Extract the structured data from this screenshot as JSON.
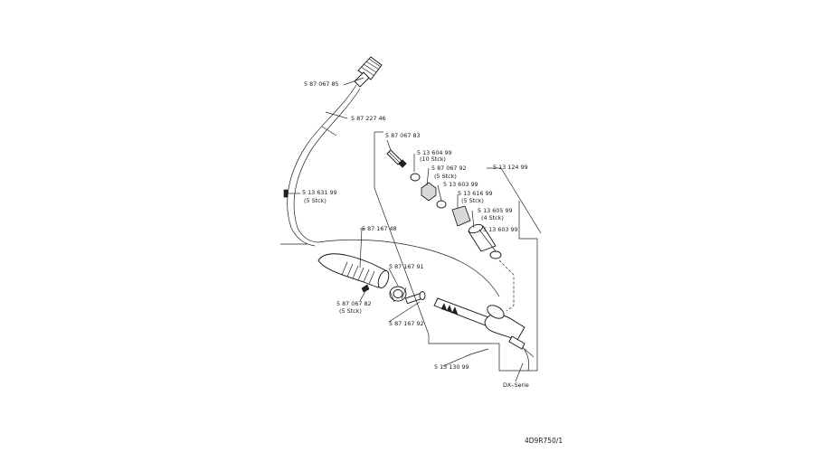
{
  "labels": {
    "cable_plug": "5 87 067 85",
    "cable": "5 87 227 46",
    "cable_tie": "5 13 631 99",
    "cable_tie_qty": "(5  Stck)",
    "handle": "5 87 167 48",
    "screw_small": "5 87 067 82",
    "screw_small_qty": "(5  Stck)",
    "nut": "5 87 167 91",
    "stud": "5 87 167 92",
    "set_top": "5 87 067 83",
    "set_washer": "5 13 604 99",
    "set_washer_qty": "(10  Stck)",
    "set_nut": "5 87 067 92",
    "set_nut_qty": "(5  Stck)",
    "set_ring": "5 13 603 99",
    "set_kit": "5 13 124 99",
    "set_sleeve": "5 13 616  99",
    "set_sleeve_qty": "(5  Stck)",
    "set_nozzle": "5 13 605 99",
    "set_nozzle_qty": "(4  Stck)",
    "set_ring2": "5 13 603 99",
    "tool_assembly": "5 13 130 99",
    "series": "DX–Serie"
  },
  "drawing_ref": "4D9R750/1"
}
